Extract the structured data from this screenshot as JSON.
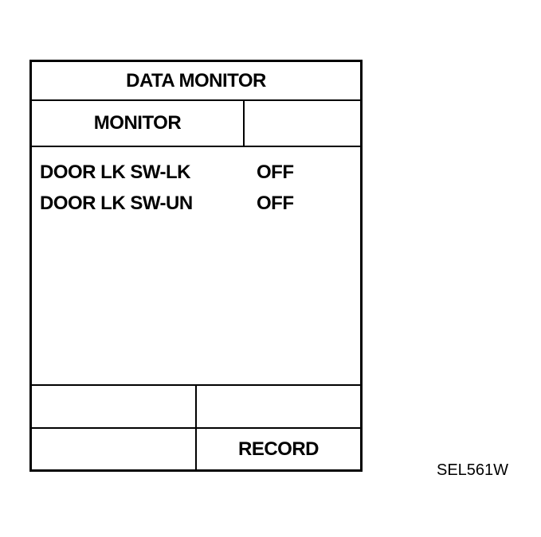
{
  "screen": {
    "title": "DATA MONITOR",
    "mode_label": "MONITOR",
    "mode_blank": "",
    "items": [
      {
        "name": "DOOR LK SW-LK",
        "value": "OFF"
      },
      {
        "name": "DOOR LK SW-UN",
        "value": "OFF"
      }
    ],
    "buttons": {
      "top_left": "",
      "top_right": "",
      "bottom_left": "",
      "record": "RECORD"
    }
  },
  "figure_code": "SEL561W"
}
